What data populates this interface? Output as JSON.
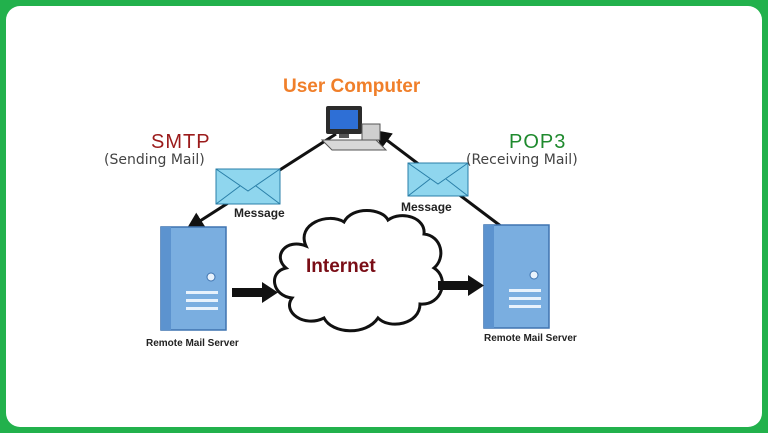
{
  "labels": {
    "user_computer": "User Computer",
    "smtp": "SMTP",
    "smtp_sub": "(Sending Mail)",
    "pop3": "POP3",
    "pop3_sub": "(Receiving Mail)",
    "message_left": "Message",
    "message_right": "Message",
    "internet": "Internet",
    "server_left": "Remote Mail Server",
    "server_right": "Remote Mail Server"
  },
  "colors": {
    "frame": "#22b14c",
    "user_computer": "#f07f2a",
    "smtp": "#9b1b1b",
    "pop3": "#1f8a2e",
    "internet": "#7a0d16",
    "server": "#7aaee0",
    "envelope": "#8fd6ee"
  }
}
